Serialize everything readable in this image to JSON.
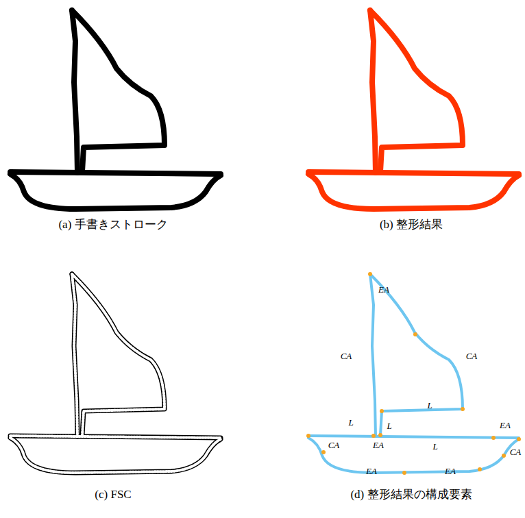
{
  "diagram": {
    "labels": [
      "(a) 手書きストローク",
      "(b) 整形結果",
      "(c) FSC",
      "(d) 整形結果の構成要素",
      "EA",
      "CA",
      "CA",
      "L",
      "L",
      "L",
      "EA",
      "CA",
      "EA",
      "L",
      "CA",
      "EA",
      "EA"
    ]
  }
}
